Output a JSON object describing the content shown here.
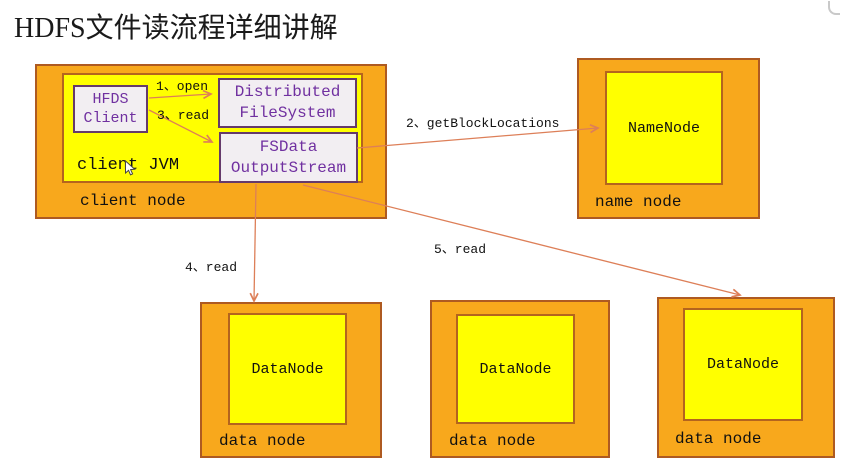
{
  "title": "HDFS文件读流程详细讲解",
  "client_node": {
    "caption": "client node",
    "jvm_caption": "client JVM",
    "hdfs_client": {
      "line1": "HFDS",
      "line2": "Client"
    },
    "distributed_fs": {
      "line1": "Distributed",
      "line2": "FileSystem"
    },
    "fsdata_stream": {
      "line1": "FSData",
      "line2": "OutputStream"
    }
  },
  "name_node": {
    "caption": "name node",
    "box_label": "NameNode"
  },
  "data_nodes": [
    {
      "caption": "data node",
      "box_label": "DataNode"
    },
    {
      "caption": "data node",
      "box_label": "DataNode"
    },
    {
      "caption": "data node",
      "box_label": "DataNode"
    }
  ],
  "arrows": {
    "open": "1、open",
    "get_block_locations": "2、getBlockLocations",
    "read_3": "3、read",
    "read_4": "4、read",
    "read_5": "5、read"
  },
  "icons": {
    "cursor": "mouse-pointer",
    "corner": "partial-toolbar-glyph"
  },
  "colors": {
    "node_fill": "#F8A81C",
    "node_border": "#AE5A21",
    "inner_fill": "#FFFF00",
    "inner_border": "#B4641E",
    "component_fill": "#F2EEF2",
    "component_border": "#653A6B",
    "component_text": "#7030A0",
    "arrow": "#DD7F58",
    "text": "#111111"
  }
}
